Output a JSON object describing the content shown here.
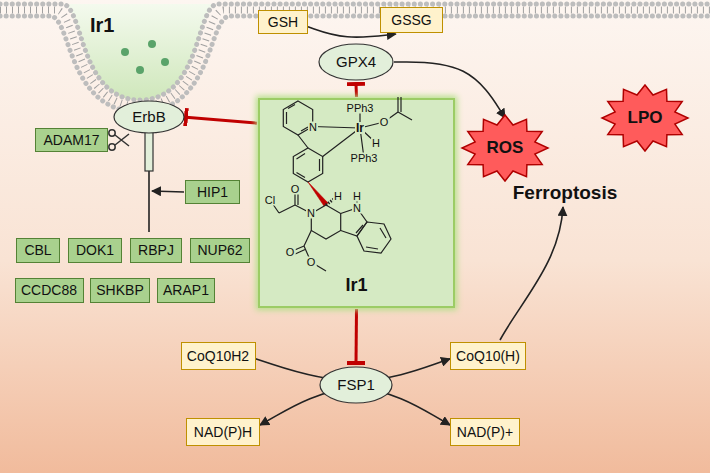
{
  "diagram": {
    "nodes": [
      {
        "text": [
          "Ir1"
        ]
      },
      {
        "text": [
          "ErbB"
        ]
      },
      {
        "text": [
          "ADAM17"
        ]
      },
      {
        "text": [
          "HIP1"
        ]
      },
      {
        "text": [
          "CBL"
        ]
      },
      {
        "text": [
          "DOK1"
        ]
      },
      {
        "text": [
          "RBPJ"
        ]
      },
      {
        "text": [
          "NUP62"
        ]
      },
      {
        "text": [
          "CCDC88"
        ]
      },
      {
        "text": [
          "SHKBP"
        ]
      },
      {
        "text": [
          "ARAP1"
        ]
      },
      {
        "text": [
          "GSH"
        ]
      },
      {
        "text": [
          "GSSG"
        ]
      },
      {
        "text": [
          "GPX4"
        ]
      },
      {
        "text": [
          "Ir1"
        ]
      },
      {
        "text": [
          "CoQ10H2"
        ]
      },
      {
        "text": [
          "FSP1"
        ]
      },
      {
        "text": [
          "CoQ10(H)"
        ]
      },
      {
        "text": [
          "NAD(P)H"
        ]
      },
      {
        "text": [
          "NAD(P)+"
        ]
      },
      {
        "text": [
          "ROS"
        ]
      },
      {
        "text": [
          "LPO"
        ]
      }
    ],
    "edges": [
      {
        "from": 3,
        "to": 1,
        "arrow": "to"
      },
      {
        "from": 14,
        "to": 1,
        "arrow": "to"
      },
      {
        "from": 14,
        "to": 13,
        "arrow": "to"
      },
      {
        "from": 14,
        "to": 16,
        "arrow": "to"
      },
      {
        "from": 11,
        "to": 12,
        "arrow": "to"
      },
      {
        "from": 13,
        "to": 20,
        "arrow": "to"
      },
      {
        "from": 15,
        "to": 17,
        "arrow": "to"
      },
      {
        "from": 18,
        "to": 19,
        "arrow": "both"
      }
    ],
    "labels": [
      "PPh3",
      "O",
      "N",
      "Ir",
      "H",
      "PPh3",
      "O",
      "Cl",
      "H",
      "H",
      "N",
      "N",
      "O",
      "O",
      "Ferroptosis"
    ]
  }
}
